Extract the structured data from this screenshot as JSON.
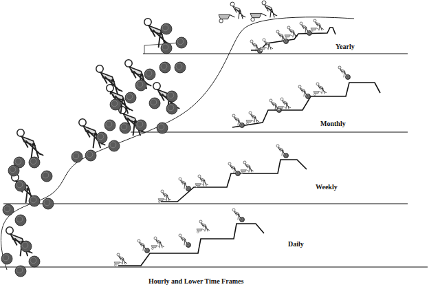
{
  "diagram": {
    "labels": [
      "Yearly",
      "Monthly",
      "Weekly",
      "Daily",
      "Hourly and Lower Time Frames"
    ]
  }
}
